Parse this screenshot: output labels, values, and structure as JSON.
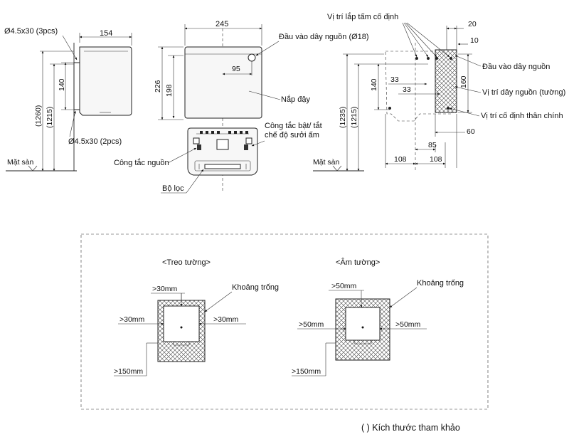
{
  "side_view": {
    "depth": "154",
    "screw_top": "Ø4.5x30 (3pcs)",
    "screw_bottom": "Ø4.5x30 (2pcs)",
    "bracket_height": "140",
    "total_height": "(1260)",
    "mount_height": "(1215)",
    "floor_label": "Mặt sàn"
  },
  "front_view": {
    "width": "245",
    "height": "226",
    "cover_height": "198",
    "inlet_offset": "95",
    "power_inlet_label": "Đầu vào dây nguồn (Ø18)",
    "cover_label": "Nắp đậy",
    "heater_switch_label": "Công tắc bật/ tắt chế độ sưởi ấm",
    "heater_switch_line1": "Công tắc bật/ tắt",
    "heater_switch_line2": "chế độ sưởi ấm",
    "power_switch_label": "Công tắc nguồn",
    "filter_label": "Bộ lọc"
  },
  "rear_view": {
    "plate_position_label": "Vị trí lắp tấm cố định",
    "power_inlet_label": "Đầu vào dây nguồn",
    "wall_cable_label": "Vị trí dây nguồn (tường)",
    "body_fix_label": "Vị trí cố định thân chính",
    "dim_20": "20",
    "dim_10": "10",
    "dim_160": "160",
    "dim_140": "140",
    "dim_33a": "33",
    "dim_33b": "33",
    "dim_60": "60",
    "dim_85": "85",
    "dim_108a": "108",
    "dim_108b": "108",
    "total_height": "(1235)",
    "mount_height": "(1215)",
    "floor_label": "Mặt sàn"
  },
  "clearance": {
    "wall_title": "<Treo tường>",
    "recessed_title": "<Âm tường>",
    "wall_top": ">30mm",
    "wall_left": ">30mm",
    "wall_right": ">30mm",
    "wall_bottom": ">150mm",
    "wall_space_label": "Khoảng trống",
    "recessed_top": ">50mm",
    "recessed_left": ">50mm",
    "recessed_right": ">50mm",
    "recessed_bottom": ">150mm",
    "recessed_space_label": "Khoảng trống"
  },
  "footnote": "( ) Kích thước tham khảo"
}
